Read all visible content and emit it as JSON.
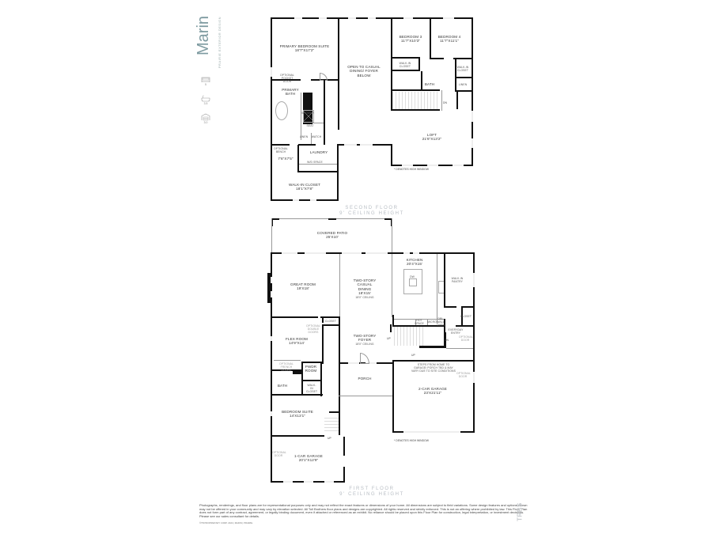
{
  "brand": {
    "name": "Marin",
    "subtitle": "PRAIRIE EXTERIOR DESIGN"
  },
  "specs": [
    {
      "icon": "bed-icon",
      "value": "5"
    },
    {
      "icon": "bath-icon",
      "value": "3.5"
    },
    {
      "icon": "garage-icon",
      "value": "3.0"
    }
  ],
  "second_floor": {
    "title": "SECOND FLOOR",
    "ceiling": "9' CEILING HEIGHT",
    "rooms": {
      "primary_bedroom": {
        "name": "PRIMARY BEDROOM SUITE",
        "dims": "18'7\"X17'2\""
      },
      "open_to_below": {
        "name": "OPEN TO CASUAL DINING/ FOYER BELOW"
      },
      "bedroom3": {
        "name": "BEDROOM 3",
        "dims": "11'7\"X10'3\""
      },
      "bedroom4": {
        "name": "BEDROOM 4",
        "dims": "11'7\"X11'1\""
      },
      "walkin_b3": {
        "name": "WALK-IN CLOSET"
      },
      "walkin_b4": {
        "name": "WALK-IN CLOSET"
      },
      "bath": {
        "name": "BATH"
      },
      "linen": {
        "name": "LINEN"
      },
      "primary_bath": {
        "name": "PRIMARY BATH"
      },
      "shower": {
        "name": "SHOWER"
      },
      "seat": {
        "name": "SEAT"
      },
      "linen2": {
        "name": "LINEN"
      },
      "wc": {
        "name": "WATCH"
      },
      "laundry": {
        "name": "LAUNDRY"
      },
      "small_room": {
        "dims": "7'6\"X7'5\""
      },
      "walkin_closet": {
        "name": "WALK-IN CLOSET",
        "dims": "18'1\"X7'8\""
      },
      "loft": {
        "name": "LOFT",
        "dims": "21'6\"X13'2\""
      }
    },
    "notes": {
      "optional_bench": "OPTIONAL BENCH",
      "optional_pocket": "OPTIONAL POCKET DOOR",
      "wd_space": "W/D SPACE",
      "dn": "DN",
      "high_window": "DENOTES HIGH WINDOW"
    }
  },
  "first_floor": {
    "title": "FIRST FLOOR",
    "ceiling": "9' CEILING HEIGHT",
    "rooms": {
      "covered_patio": {
        "name": "COVERED PATIO",
        "dims": "25'X10'"
      },
      "great_room": {
        "name": "GREAT ROOM",
        "dims": "19'X18'"
      },
      "casual_dining": {
        "name": "TWO-STORY CASUAL DINING",
        "dims": "18'X15'",
        "note": "18'0\" CEILING"
      },
      "kitchen": {
        "name": "KITCHEN",
        "dims": "20'4\"X15'"
      },
      "walkin_pantry": {
        "name": "WALK-IN PANTRY"
      },
      "closet_k": {
        "name": "CLOSET"
      },
      "everyday_entry": {
        "name": "EVERYDAY ENTRY"
      },
      "flex_room": {
        "name": "FLEX ROOM",
        "dims": "14'9\"X14'"
      },
      "closet_f": {
        "name": "CLOSET"
      },
      "foyer": {
        "name": "TWO-STORY FOYER",
        "note": "18'0\" CEILING"
      },
      "pwdr": {
        "name": "PWDR ROOM"
      },
      "bath": {
        "name": "BATH"
      },
      "walkin_closet": {
        "name": "WALK-IN CLOSET"
      },
      "bedroom_suite": {
        "name": "BEDROOM SUITE",
        "dims": "14'X13'1\""
      },
      "porch": {
        "name": "PORCH"
      },
      "garage2": {
        "name": "2-CAR GARAGE",
        "dims": "23'X21'11\""
      },
      "garage1": {
        "name": "1-CAR GARAGE",
        "dims": "20'1\"X12'9\""
      }
    },
    "notes": {
      "dw": "DW",
      "hot_space": "HOT SPACE",
      "micro": "MICRO",
      "oven": "DBL WALL OVEN",
      "optional_double_doors": "OPTIONAL DOUBLE DOORS",
      "optional_french": "OPTIONAL FRENCH DOORS",
      "optional_door": "OPTIONAL DOOR",
      "steps_note": "STEPS FROM HOME TO GARAGE/ PORCH TBD & MAY VARY DUE TO SITE CONDITIONS",
      "up": "UP",
      "dn": "DN",
      "high_window": "DENOTES HIGH WINDOW"
    }
  },
  "footer": {
    "disclaimer": "Photographs, renderings, and floor plans are for representational purposes only and may not reflect the exact features or dimensions of your home. All dimensions are subject to field variations. Some design features and options shown may not be offered in your community and may vary by elevation selected. All Toll Brothers floor plans and designs are copyrighted. All rights reserved and strictly enforced. This is not an offering where prohibited by law. This Floor Plan does not form part of any contract, agreement, or legally binding document, even if attached or referenced as an exhibit. No reliance should be placed upon this Floor Plan for construction, legal interpretation, or investment decisions. Please see our sales consultant for details.",
    "copyright": "©TB PROPRIETARY CORP. 2024 | MARIN | PRAIRIE",
    "logo": "TRBS"
  }
}
